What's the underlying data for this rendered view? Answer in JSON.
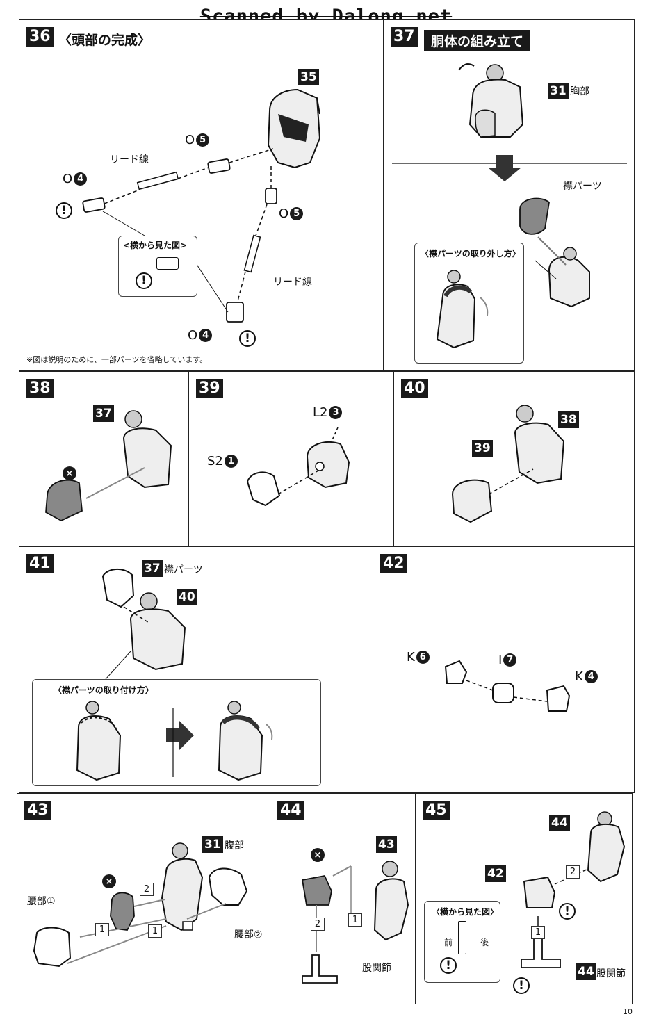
{
  "watermark": "Scanned by Dalong.net",
  "page_number": "10",
  "steps": {
    "s36": {
      "num": "36",
      "title": "〈頭部の完成〉",
      "part_badge": "35",
      "lead_wire_1": "リード線",
      "lead_wire_2": "リード線",
      "code_o5a": "O",
      "code_o5a_n": "5",
      "code_o4a": "O",
      "code_o4a_n": "4",
      "code_o5b": "O",
      "code_o5b_n": "5",
      "code_o4b": "O",
      "code_o4b_n": "4",
      "side_view": "<横から見た図>",
      "note": "※図は説明のために、一部パーツを省略しています。"
    },
    "s37": {
      "num": "37",
      "title": "胴体の組み立て",
      "part_badge": "31",
      "part_label": "胸部",
      "collar_label": "襟パーツ",
      "removal_title": "〈襟パーツの取り外し方〉"
    },
    "s38": {
      "num": "38",
      "part_badge": "37"
    },
    "s39": {
      "num": "39",
      "code_l2": "L2",
      "code_l2_n": "3",
      "code_s2": "S2",
      "code_s2_n": "1"
    },
    "s40": {
      "num": "40",
      "badge_a": "38",
      "badge_b": "39"
    },
    "s41": {
      "num": "41",
      "badge_a": "37",
      "collar_label": "襟パーツ",
      "badge_b": "40",
      "attach_title": "〈襟パーツの取り付け方〉"
    },
    "s42": {
      "num": "42",
      "code_k6": "K",
      "code_k6_n": "6",
      "code_i7": "I",
      "code_i7_n": "7",
      "code_k4": "K",
      "code_k4_n": "4"
    },
    "s43": {
      "num": "43",
      "part_badge": "31",
      "part_label": "腹部",
      "waist1": "腰部①",
      "waist2": "腰部②",
      "order1": "2",
      "order2": "1",
      "order3": "1"
    },
    "s44": {
      "num": "44",
      "part_badge": "43",
      "hip_label": "股関節",
      "order1": "2",
      "order2": "1"
    },
    "s45": {
      "num": "45",
      "badge_a": "44",
      "badge_b": "42",
      "side_view": "〈横から見た図〉",
      "front": "前",
      "back": "後",
      "hip_badge": "44",
      "hip_label": "股関節",
      "order1": "2",
      "order2": "1"
    }
  },
  "icons": {
    "warning": "!",
    "ng": "×"
  }
}
